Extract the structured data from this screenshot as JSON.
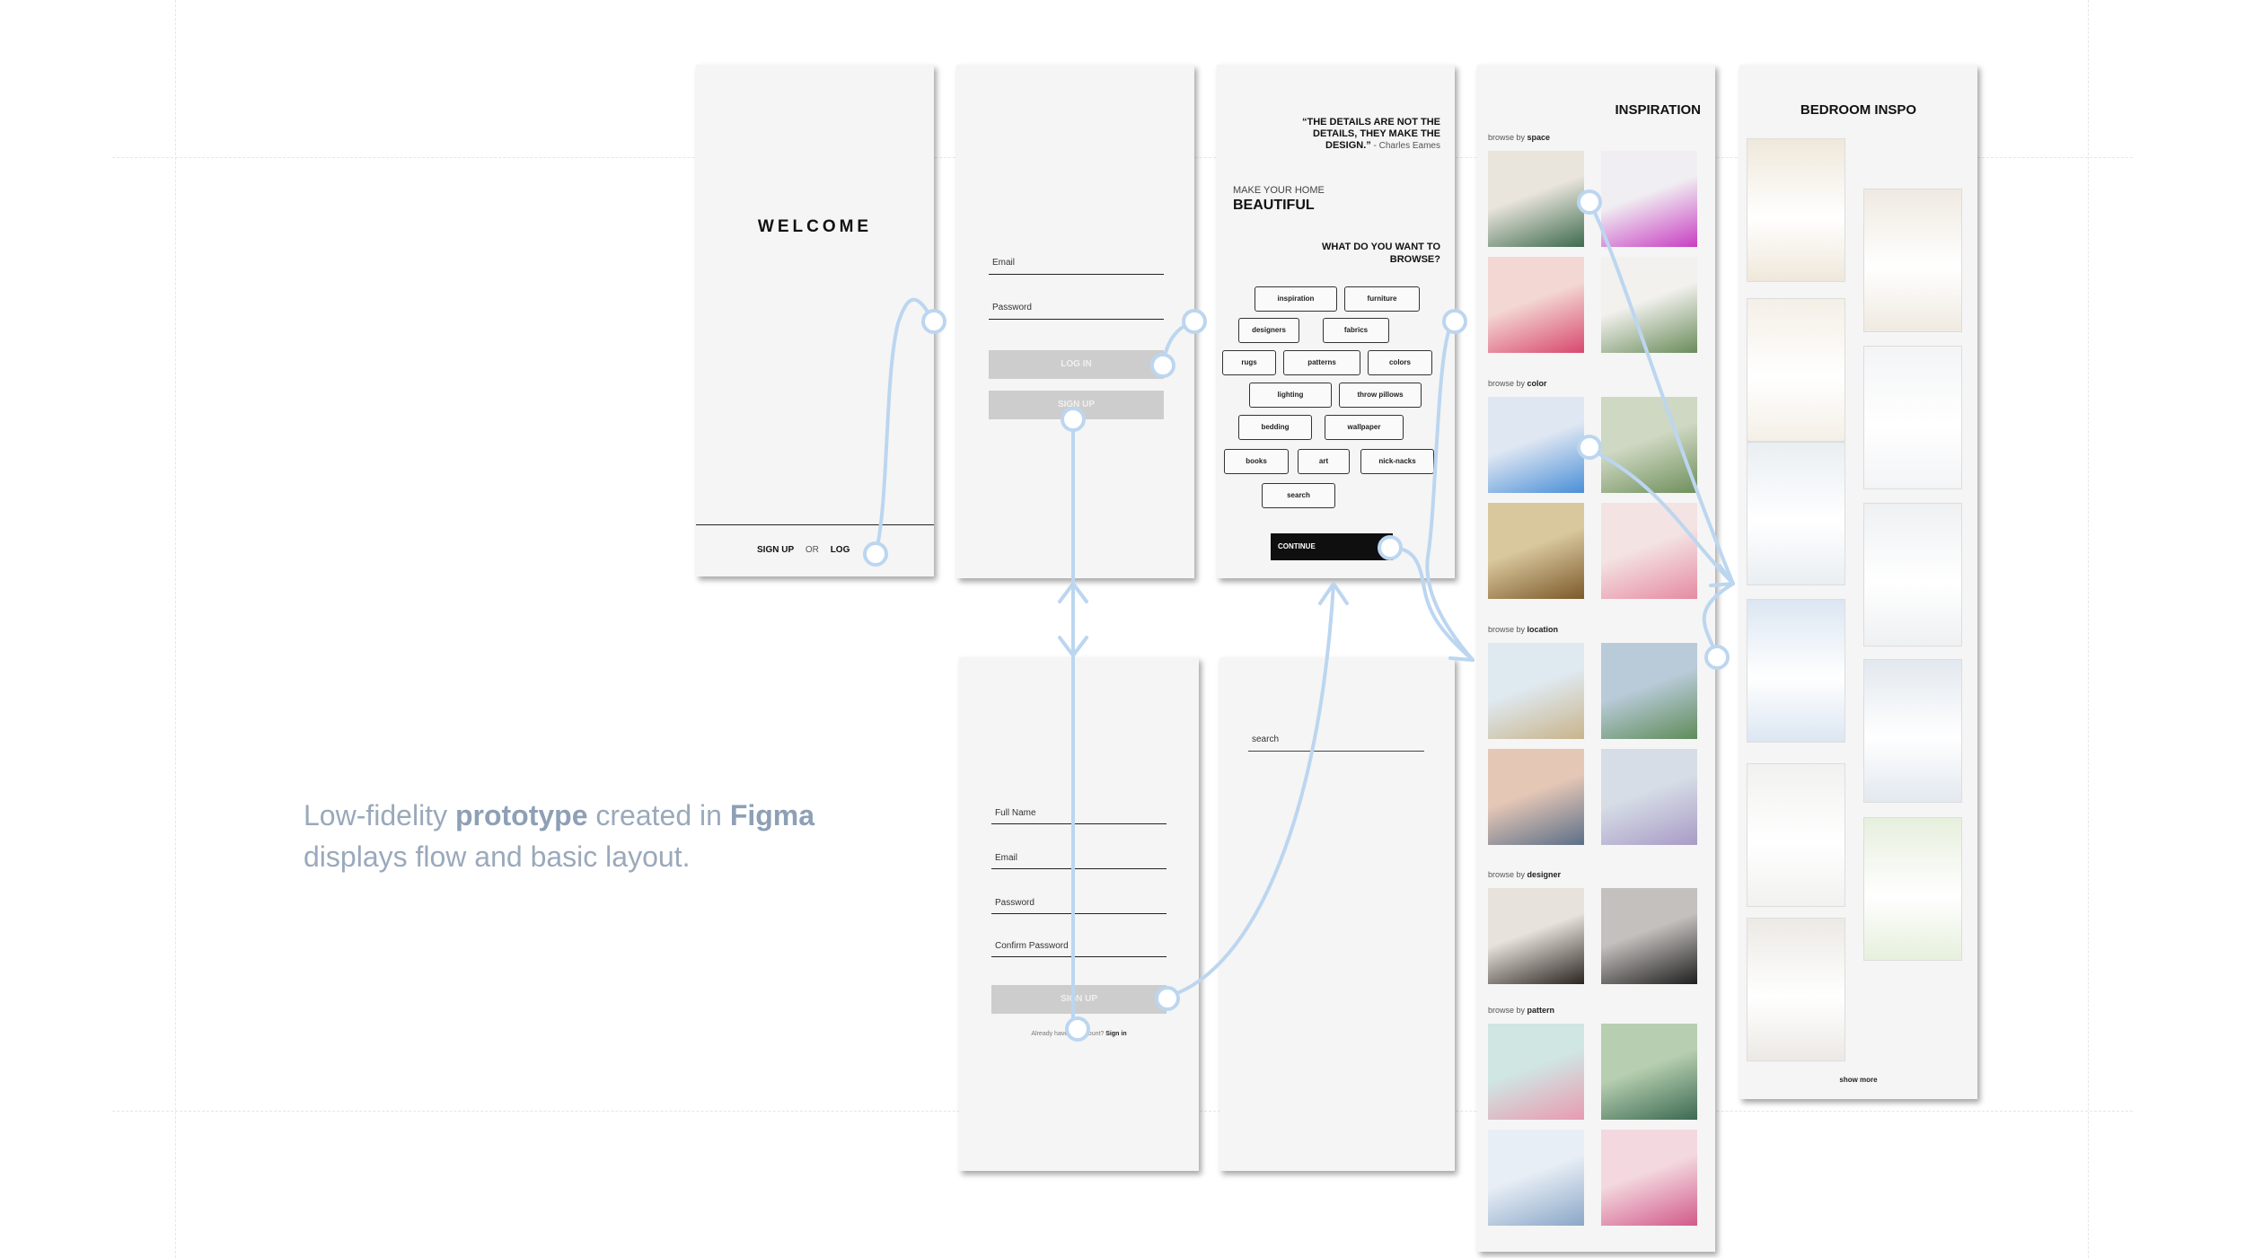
{
  "caption": {
    "pre1": "Low-fidelity ",
    "bold1": "prototype",
    "mid": " created in ",
    "bold2": "Figma",
    "line2": "displays flow and basic layout."
  },
  "welcome": {
    "title": "WELCOME",
    "signup": "SIGN UP",
    "or": "OR",
    "login": "LOG"
  },
  "login": {
    "email_label": "Email",
    "password_label": "Password",
    "login_btn": "LOG IN",
    "signup_btn": "SIGN UP"
  },
  "signup": {
    "fullname_label": "Full Name",
    "email_label": "Email",
    "password_label": "Password",
    "confirm_label": "Confirm Password",
    "signup_btn": "SIGN UP",
    "already_text": "Already have an account? ",
    "signin_link": "Sign in"
  },
  "browse": {
    "quote": "“THE DETAILS ARE NOT THE DETAILS, THEY MAKE THE DESIGN.”",
    "quote_author": " - Charles Eames",
    "make_home": "MAKE YOUR HOME",
    "beautiful": "BEAUTIFUL",
    "question": "WHAT DO YOU WANT TO BROWSE?",
    "chips": [
      "inspiration",
      "furniture",
      "designers",
      "fabrics",
      "rugs",
      "patterns",
      "colors",
      "lighting",
      "throw pillows",
      "bedding",
      "wallpaper",
      "books",
      "art",
      "nick-nacks",
      "search"
    ],
    "continue": "CONTINUE"
  },
  "search_screen": {
    "placeholder": "search"
  },
  "inspiration": {
    "title": "INSPIRATION",
    "browse_by": "browse by ",
    "sections": [
      "space",
      "color",
      "location",
      "designer",
      "pattern"
    ]
  },
  "bedroom": {
    "title": "BEDROOM INSPO",
    "show_more": "show more"
  },
  "colors": {
    "flow": "#bcd6f0",
    "caption": "#9aa9bb"
  }
}
